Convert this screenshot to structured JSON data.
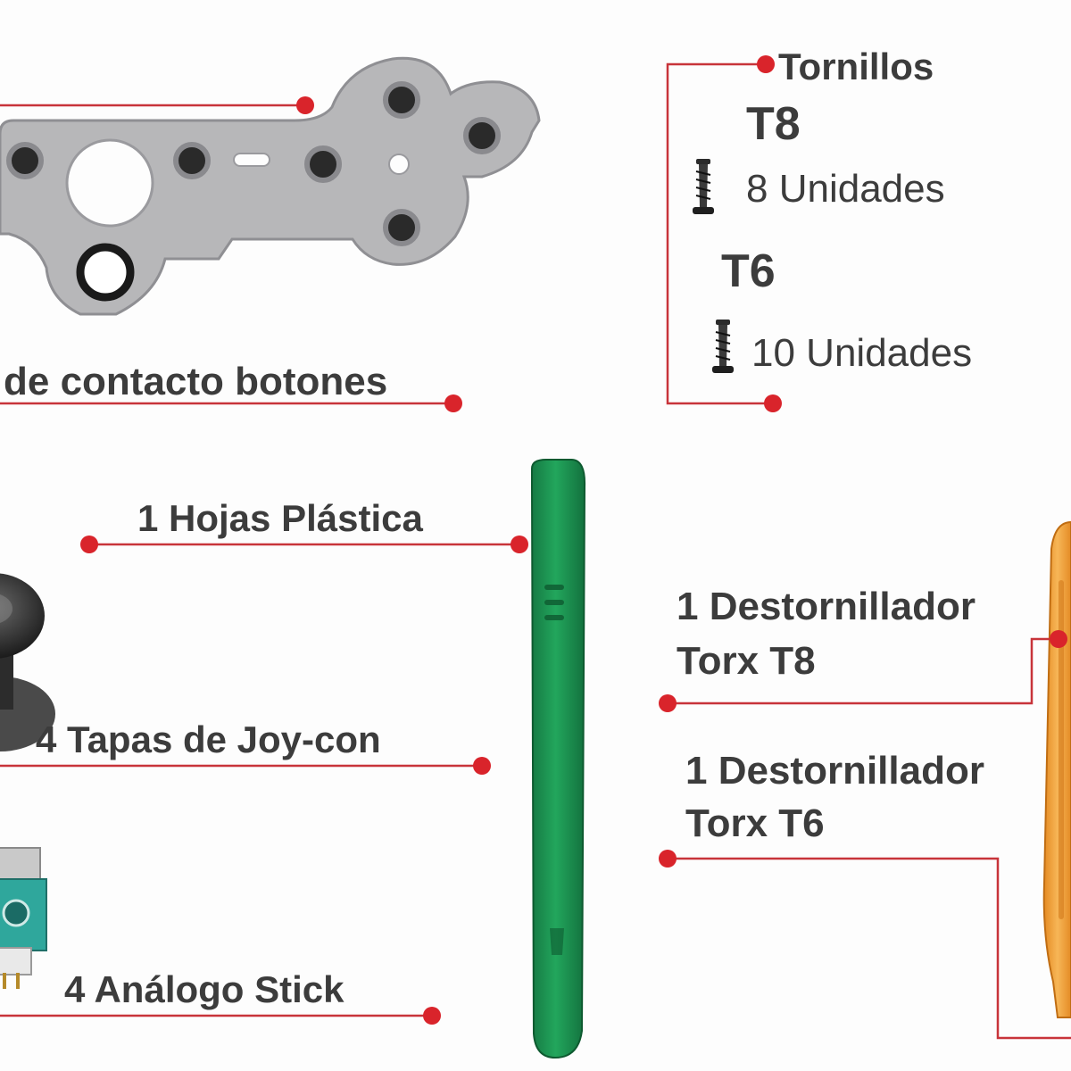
{
  "labels": {
    "contact_buttons": "de contacto botones",
    "screws_title": "Tornillos",
    "t8_heading": "T8",
    "t8_units": "8 Unidades",
    "t6_heading": "T6",
    "t6_units": "10 Unidades",
    "plastic_sheet": "1 Hojas Plástica",
    "joycon_caps": "4 Tapas de Joy-con",
    "analog_stick": "4 Análogo Stick",
    "screwdriver_t8_line1": "1 Destornillador",
    "screwdriver_t8_line2": "Torx T8",
    "screwdriver_t6_line1": "1 Destornillador",
    "screwdriver_t6_line2": "Torx T6"
  },
  "colors": {
    "leader_line": "#c8343a",
    "leader_dot": "#d9242b",
    "text": "#3c3c3c",
    "rubber_pad": "#b7b7b9",
    "pry_tool": "#1e9a55",
    "screwdriver": "#f2a03c",
    "analog_module": "#2fa79c"
  }
}
